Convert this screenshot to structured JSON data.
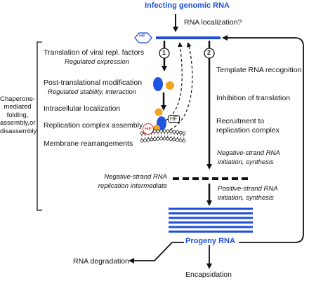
{
  "colors": {
    "rna_blue": "#1f4fd8",
    "protein_blue": "#1f55e0",
    "host_factor_orange": "#f0a51e",
    "host_factor_red": "#d9241c",
    "line_black": "#111111"
  },
  "header": {
    "title": "Infecting genomic RNA",
    "localization_question": "RNA localization?"
  },
  "pathway_numbers": {
    "one": "1",
    "two": "2"
  },
  "host_factor_label": "HF",
  "left_steps": {
    "translation": "Translation of viral repl. factors",
    "translation_note": "Regulated expression",
    "ptm": "Post-translational modification",
    "ptm_note": "Regulated stability, interaction",
    "localization": "Intracellular localization",
    "assembly": "Replication complex assembly",
    "membrane": "Membrane rearrangements"
  },
  "chaperone_label": "Chaperone-\nmediated\nfolding,\nassembly,or\ndisassembly",
  "right_steps": {
    "template": "Template RNA recognition",
    "inhibition": "Inhibition of translation",
    "recruitment_1": "Recruitment to",
    "recruitment_2": "replication complex",
    "negative_1": "Negative-strand RNA",
    "negative_2": "initiation, synthesis",
    "positive_1": "Positive-strand RNA",
    "positive_2": "initiation, synthesis"
  },
  "intermediate": {
    "line1": "Negative-strand RNA",
    "line2": "replication intermediate"
  },
  "progeny": "Progeny RNA",
  "outcomes": {
    "degradation": "RNA degradation",
    "encapsidation": "Encapsidation"
  },
  "icons": {
    "host_factor_hexagon": "hexagon-icon",
    "protein": "protein-oval-icon",
    "membrane": "lipid-bilayer-icon"
  }
}
